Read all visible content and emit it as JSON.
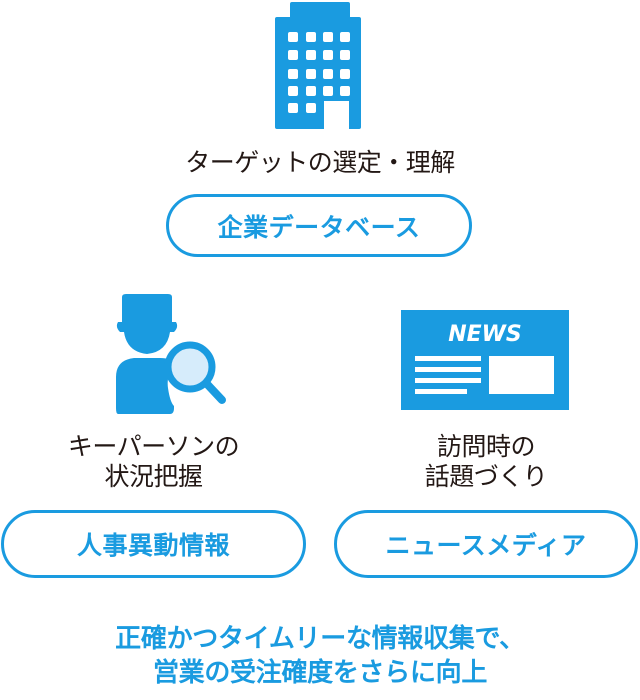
{
  "colors": {
    "accent": "#1a9be0",
    "text": "#231815",
    "lens": "#d6ecfb",
    "background": "#ffffff"
  },
  "top": {
    "icon": "building-icon",
    "label": "ターゲットの選定・理解",
    "pill": "企業データベース"
  },
  "left": {
    "icon": "person-search-icon",
    "label_lines": [
      "キーパーソンの",
      "状況把握"
    ],
    "pill": "人事異動情報"
  },
  "right": {
    "icon": "newspaper-icon",
    "news_badge": "NEWS",
    "label_lines": [
      "訪問時の",
      "話題づくり"
    ],
    "pill": "ニュースメディア"
  },
  "tagline": {
    "lines": [
      "正確かつタイムリーな情報収集で、",
      "営業の受注確度をさらに向上"
    ]
  }
}
